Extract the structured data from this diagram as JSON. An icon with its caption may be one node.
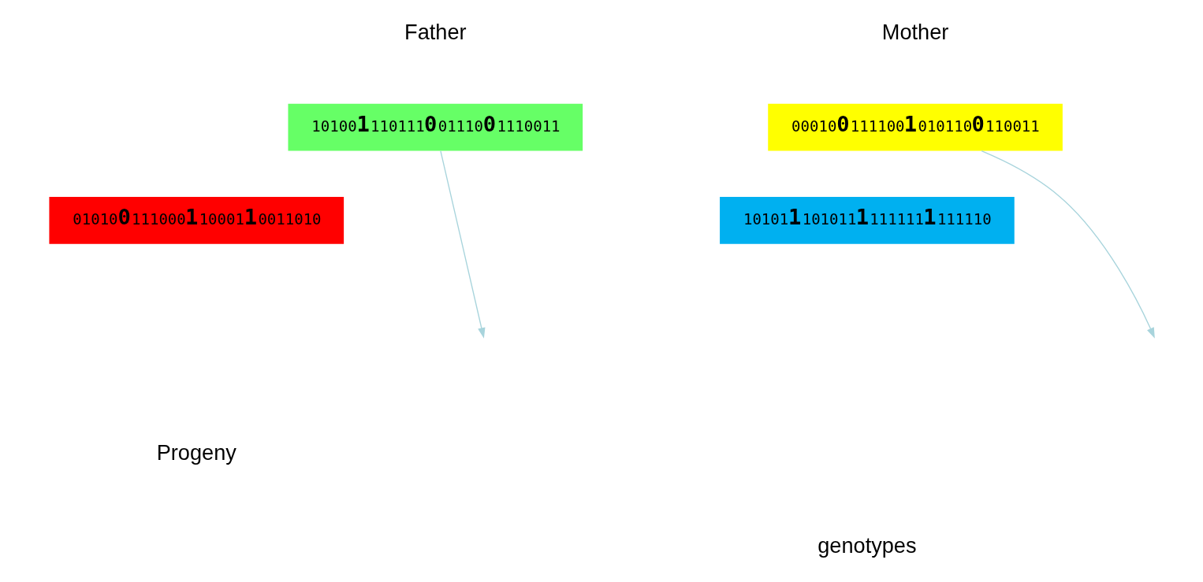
{
  "diagram": {
    "nodes": [
      {
        "text": [
          "10100**1**110111**0**01110**0**1110011"
        ]
      },
      {
        "text": [
          "01010**0**111000**1**10001**1**0011010"
        ]
      },
      {
        "text": [
          "00010**0**111100**1**010110**0**110011"
        ]
      },
      {
        "text": [
          "10101**1**101011**1**111111**1**111110"
        ]
      }
    ],
    "edges": [
      {
        "from": 0,
        "to": null,
        "arrow": "to"
      },
      {
        "from": 2,
        "to": null,
        "arrow": "to"
      }
    ],
    "labels": [
      "Father",
      "Mother",
      "Progeny",
      "genotypes"
    ]
  }
}
